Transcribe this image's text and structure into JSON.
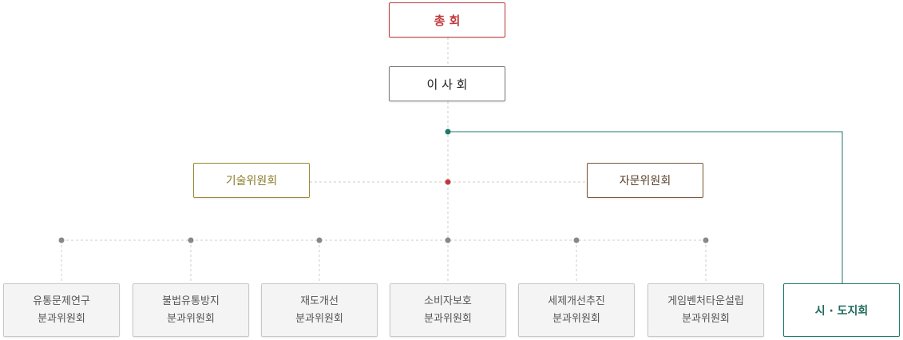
{
  "top": {
    "label": "총 회"
  },
  "board": {
    "label": "이 사 회"
  },
  "committees": {
    "technical": "기술위원회",
    "advisory": "자문위원회"
  },
  "subcommittees": [
    {
      "line1": "유통문제연구",
      "line2": "분과위원회"
    },
    {
      "line1": "불법유통방지",
      "line2": "분과위원회"
    },
    {
      "line1": "재도개선",
      "line2": "분과위원회"
    },
    {
      "line1": "소비자보호",
      "line2": "분과위원회"
    },
    {
      "line1": "세제개선추진",
      "line2": "분과위원회"
    },
    {
      "line1": "게임벤처타운설립",
      "line2": "분과위원회"
    }
  ],
  "regional": {
    "label": "시 · 도지회"
  },
  "colors": {
    "top": "#c0393b",
    "technical": "#9a8a33",
    "advisory": "#7a5a3a",
    "regional": "#1f7a6a",
    "connector": "#cccccc",
    "dot_gray": "#888888",
    "dot_red": "#c0393b",
    "dot_green": "#1f7a6a"
  }
}
